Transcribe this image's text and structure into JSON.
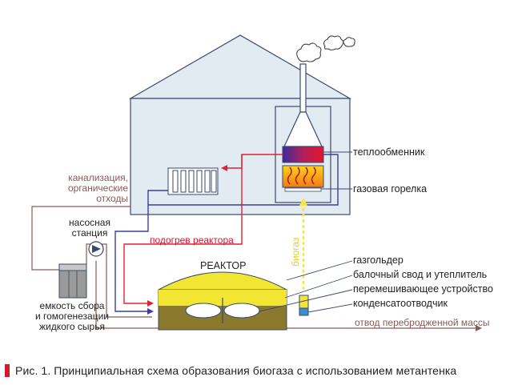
{
  "labels": {
    "heat_exchanger": "теплообменник",
    "gas_burner": "газовая горелка",
    "sewage": [
      "канализация,",
      "органические",
      "отходы"
    ],
    "pump_station": [
      "насосная",
      "станция"
    ],
    "reactor_heating": "подогрев реактора",
    "reactor": "РЕАКТОР",
    "biogas": "биогаз",
    "gasholder": "газгольдер",
    "beam_vault": "балочный свод и утеплитель",
    "mixer": "перемешивающее устройство",
    "condensate_drain": "конденсатоотводчик",
    "tank": [
      "емкость сбора",
      "и гомогенезации",
      "жидкого сырья"
    ],
    "outlet": "отвод перебродженной массы"
  },
  "caption": "Рис. 1. Принципиальная схема образования биогаза с использованием метантенка",
  "colors": {
    "accent_red": "#d7152b",
    "hot_pipe": "#e02330",
    "cold_pipe": "#3b3fa0",
    "brown_pipe": "#8a5a55",
    "biogas_arrow": "#f2ea3c",
    "house_fill": "#e3ebf2",
    "reactor_yellow": "#f3e632",
    "reactor_olive": "#8b7a2d"
  }
}
